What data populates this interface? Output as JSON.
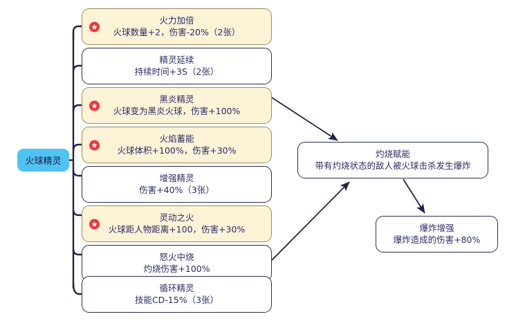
{
  "root": {
    "label": "火球精灵",
    "color": "#4fc3f2"
  },
  "palette": {
    "highlight_bg": "#fdf3d7",
    "highlight_border": "#9a8c5a",
    "node_border": "#2b2b52",
    "text": "#2b2b66",
    "badge": "#f0363a",
    "wire": "#22224a"
  },
  "branches": [
    {
      "title": "火力加倍",
      "desc": "火球数量+2，伤害-20%（2张）",
      "highlight": true,
      "badge": "star-badge-icon"
    },
    {
      "title": "精灵延续",
      "desc": "持续时间+3S（2张）",
      "highlight": false,
      "badge": null
    },
    {
      "title": "黑炎精灵",
      "desc": "火球变为黑炎火球，伤害+100%",
      "highlight": true,
      "badge": "star-badge-icon"
    },
    {
      "title": "火焰蓄能",
      "desc": "火球体积+100%，伤害+30%",
      "highlight": true,
      "badge": "star-badge-icon"
    },
    {
      "title": "增强精灵",
      "desc": "伤害+40%（3张）",
      "highlight": false,
      "badge": null
    },
    {
      "title": "灵动之火",
      "desc": "火球距人物距离+100，伤害+30%",
      "highlight": true,
      "badge": "star-badge-icon"
    },
    {
      "title": "怒火中烧",
      "desc": "灼烧伤害+100%",
      "highlight": false,
      "badge": null
    },
    {
      "title": "循环精灵",
      "desc": "技能CD-15%（3张）",
      "highlight": false,
      "badge": null
    }
  ],
  "effects": [
    {
      "title": "灼烧赋能",
      "desc": "带有灼烧状态的敌人被火球击杀发生爆炸"
    },
    {
      "title": "爆炸增强",
      "desc": "爆炸造成的伤害+80%"
    }
  ]
}
